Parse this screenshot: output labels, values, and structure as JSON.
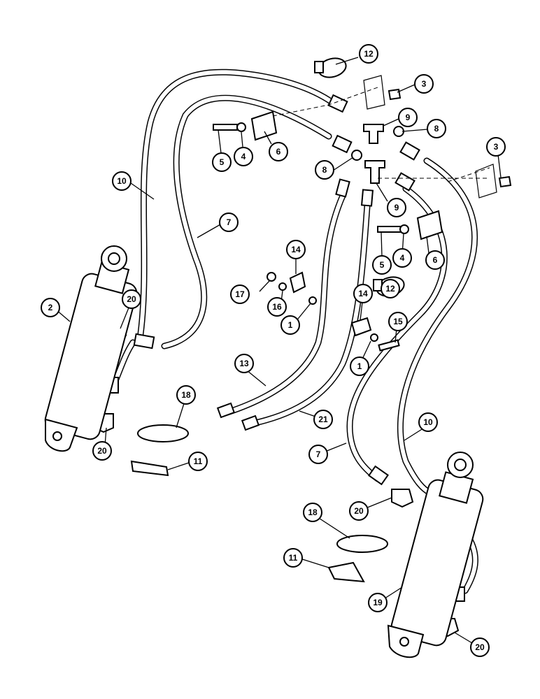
{
  "colors": {
    "ink": "#000000",
    "paper": "#ffffff"
  },
  "callouts": [
    {
      "id": "c12a",
      "label": "12"
    },
    {
      "id": "c3a",
      "label": "3"
    },
    {
      "id": "c9a",
      "label": "9"
    },
    {
      "id": "c8a",
      "label": "8"
    },
    {
      "id": "c5a",
      "label": "5"
    },
    {
      "id": "c4a",
      "label": "4"
    },
    {
      "id": "c6a",
      "label": "6"
    },
    {
      "id": "c3b",
      "label": "3"
    },
    {
      "id": "c8b",
      "label": "8"
    },
    {
      "id": "c9b",
      "label": "9"
    },
    {
      "id": "c10a",
      "label": "10"
    },
    {
      "id": "c7a",
      "label": "7"
    },
    {
      "id": "c5b",
      "label": "5"
    },
    {
      "id": "c4b",
      "label": "4"
    },
    {
      "id": "c6b",
      "label": "6"
    },
    {
      "id": "c14a",
      "label": "14"
    },
    {
      "id": "c17",
      "label": "17"
    },
    {
      "id": "c16",
      "label": "16"
    },
    {
      "id": "c1a",
      "label": "1"
    },
    {
      "id": "c12b",
      "label": "12"
    },
    {
      "id": "c2",
      "label": "2"
    },
    {
      "id": "c20a",
      "label": "20"
    },
    {
      "id": "c14b",
      "label": "14"
    },
    {
      "id": "c15",
      "label": "15"
    },
    {
      "id": "c1b",
      "label": "1"
    },
    {
      "id": "c13",
      "label": "13"
    },
    {
      "id": "c18a",
      "label": "18"
    },
    {
      "id": "c21",
      "label": "21"
    },
    {
      "id": "c20b",
      "label": "20"
    },
    {
      "id": "c10b",
      "label": "10"
    },
    {
      "id": "c11a",
      "label": "11"
    },
    {
      "id": "c7b",
      "label": "7"
    },
    {
      "id": "c20c",
      "label": "20"
    },
    {
      "id": "c18b",
      "label": "18"
    },
    {
      "id": "c11b",
      "label": "11"
    },
    {
      "id": "c19",
      "label": "19"
    },
    {
      "id": "c20d",
      "label": "20"
    }
  ]
}
